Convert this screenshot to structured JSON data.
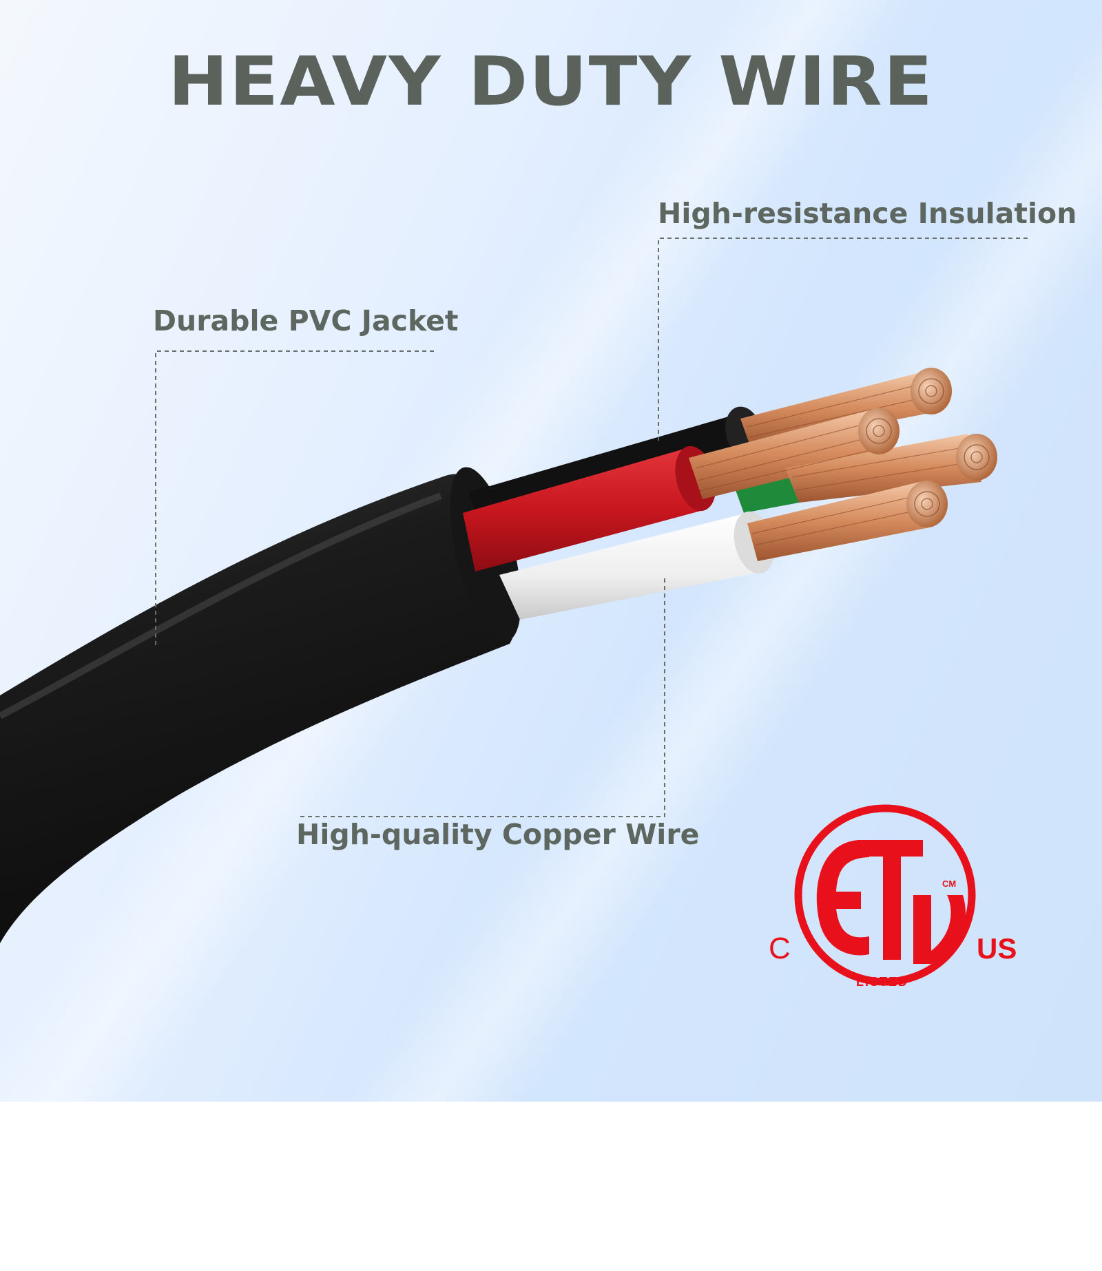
{
  "title": "HEAVY DUTY WIRE",
  "labels": {
    "jacket": "Durable PVC Jacket",
    "insulation": "High-resistance Insulation",
    "copper": "High-quality Copper Wire"
  },
  "certification": {
    "mark": "ETL",
    "left": "C",
    "right": "US",
    "bottom": "LISTED",
    "superscript": "CM",
    "color": "#e8111b"
  },
  "colors": {
    "title": "#5b625c",
    "labels": "#5e6660",
    "jacket": "#1d1d1d",
    "conductor_red": "#c9161f",
    "conductor_white": "#f2f2f2",
    "conductor_black": "#111111",
    "conductor_green": "#1f8a3a",
    "copper": "#d9936a"
  }
}
